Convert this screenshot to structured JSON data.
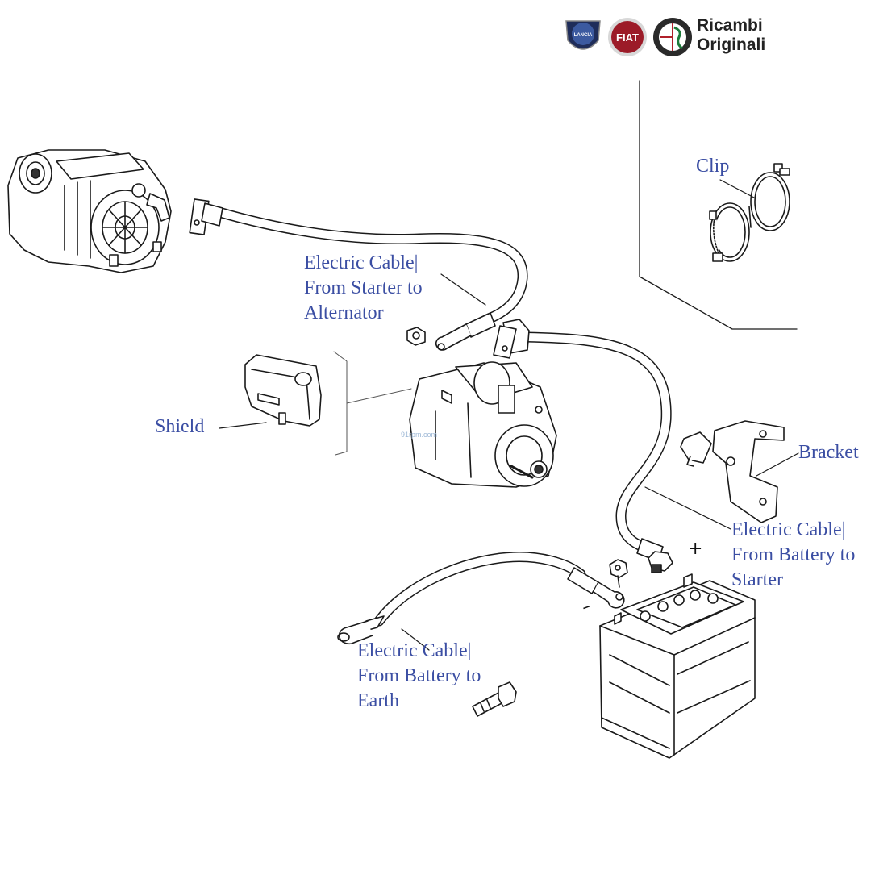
{
  "brand": {
    "lines": [
      "Ricambi",
      "Originali"
    ],
    "logos": [
      {
        "name": "lancia",
        "word": "LANCIA",
        "color": "#1f2d5a"
      },
      {
        "name": "fiat",
        "word": "FIAT",
        "color": "#9c1b28"
      },
      {
        "name": "alfa-romeo",
        "word": "",
        "color": "#2a2a2a"
      }
    ]
  },
  "watermark": "91rpm.com",
  "callouts": {
    "starter_cable": {
      "lines": [
        "Electric Cable|",
        "From Starter to",
        "Alternator"
      ]
    },
    "clip": {
      "lines": [
        "Clip"
      ]
    },
    "shield": {
      "lines": [
        "Shield"
      ]
    },
    "bracket": {
      "lines": [
        "Bracket"
      ]
    },
    "battery_starter_cable": {
      "lines": [
        "Electric Cable|",
        "From Battery to",
        "Starter"
      ]
    },
    "earth_cable": {
      "lines": [
        "Electric Cable|",
        "From Battery to",
        "Earth"
      ]
    }
  },
  "terminals": {
    "positive": "+",
    "negative": "–"
  },
  "colors": {
    "label": "#3b4ea3",
    "line": "#1a1a1a"
  }
}
